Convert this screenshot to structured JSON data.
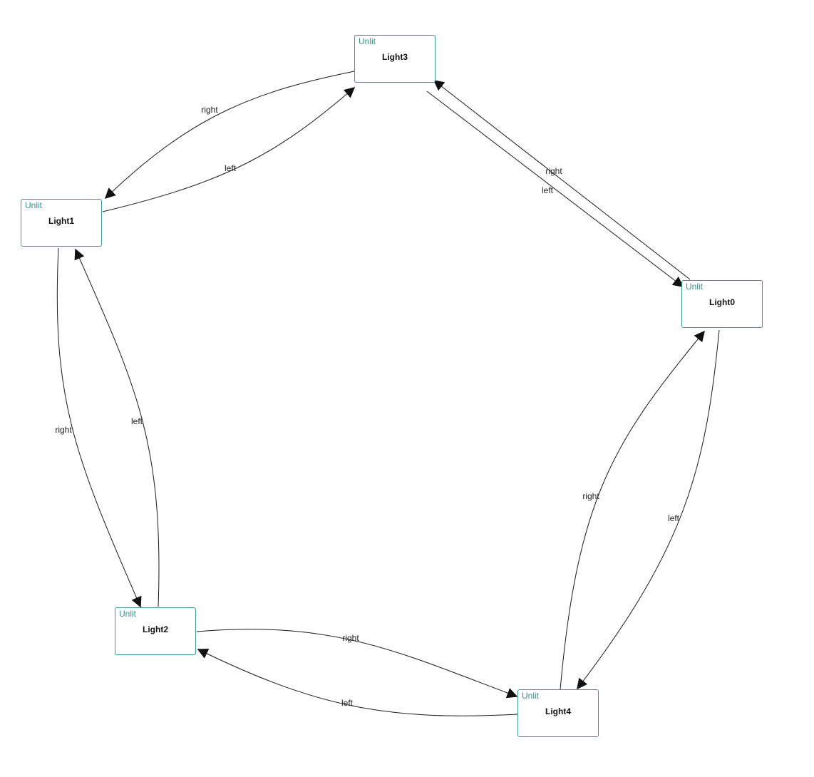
{
  "nodes": [
    {
      "id": "light3",
      "state": "Unlit",
      "name": "Light3"
    },
    {
      "id": "light1",
      "state": "Unlit",
      "name": "Light1"
    },
    {
      "id": "light0",
      "state": "Unlit",
      "name": "Light0"
    },
    {
      "id": "light2",
      "state": "Unlit",
      "name": "Light2"
    },
    {
      "id": "light4",
      "state": "Unlit",
      "name": "Light4"
    }
  ],
  "edges": [
    {
      "from": "Light3",
      "to": "Light1",
      "label": "right"
    },
    {
      "from": "Light1",
      "to": "Light3",
      "label": "left"
    },
    {
      "from": "Light0",
      "to": "Light3",
      "label": "right"
    },
    {
      "from": "Light3",
      "to": "Light0",
      "label": "left"
    },
    {
      "from": "Light1",
      "to": "Light2",
      "label": "right"
    },
    {
      "from": "Light2",
      "to": "Light1",
      "label": "left"
    },
    {
      "from": "Light4",
      "to": "Light0",
      "label": "right"
    },
    {
      "from": "Light0",
      "to": "Light4",
      "label": "left"
    },
    {
      "from": "Light2",
      "to": "Light4",
      "label": "right"
    },
    {
      "from": "Light4",
      "to": "Light2",
      "label": "left"
    }
  ],
  "colors": {
    "node_border": "#3a9a96",
    "state_text": "#3a8f8b",
    "edge": "#1a1a1a"
  }
}
